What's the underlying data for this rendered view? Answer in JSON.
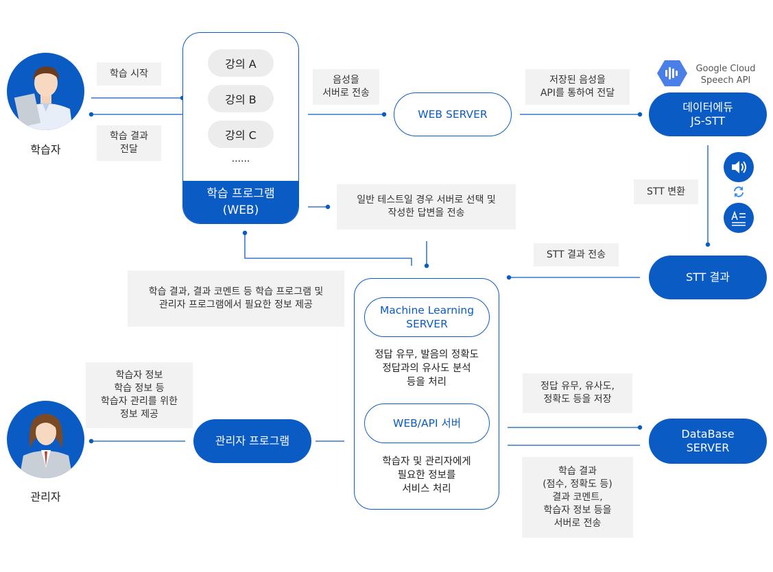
{
  "actors": {
    "learner": "학습자",
    "admin": "관리자"
  },
  "program": {
    "lectures": [
      "강의 A",
      "강의 B",
      "강의 C"
    ],
    "ellipsis": "......",
    "title": "학습 프로그램\n(WEB)"
  },
  "notes": {
    "start": "학습 시작",
    "result_delivery": "학습 결과\n전달",
    "voice_to_server": "음성을\n서버로 전송",
    "stored_voice": "저장된 음성을\nAPI를 통하여 전달",
    "stt_convert": "STT 변환",
    "general_test": "일반 테스트일 경우 서버로 선택 및\n작성한 답변을 전송",
    "stt_result_send": "STT 결과 전송",
    "provide_info": "학습 결과, 결과 코멘트 등 학습 프로그램 및\n관리자 프로그램에서 필요한 정보 제공",
    "learner_info": "학습자 정보\n학습 정보 등\n학습자 관리를 위한\n정보 제공",
    "save_db": "정답 유무, 유사도,\n정확도 등을 저장",
    "send_server": "학습 결과\n(점수, 정확도 등)\n결과 코멘트,\n학습자 정보 등을\n서버로 전송"
  },
  "nodes": {
    "web_server": "WEB SERVER",
    "dataedu_stt": "데이터에듀\nJS-STT",
    "stt_result": "STT 결과",
    "ml_server": "Machine Learning\nSERVER",
    "web_api": "WEB/API 서버",
    "admin_program": "관리자 프로그램",
    "database": "DataBase\nSERVER"
  },
  "center": {
    "ml_desc": "정답 유무, 발음의 정확도\n정답과의 유사도 분석\n등을 처리",
    "api_desc": "학습자 및 관리자에게\n필요한 정보를\n서비스 처리"
  },
  "google": {
    "line1": "Google Cloud",
    "line2": "Speech API"
  },
  "icons": [
    "speaker-icon",
    "sync-icon",
    "text-icon",
    "google-speech-logo"
  ],
  "colors": {
    "primary": "#0a5bc4",
    "note_bg": "#f2f2f2",
    "lecture_bg": "#ececec"
  }
}
